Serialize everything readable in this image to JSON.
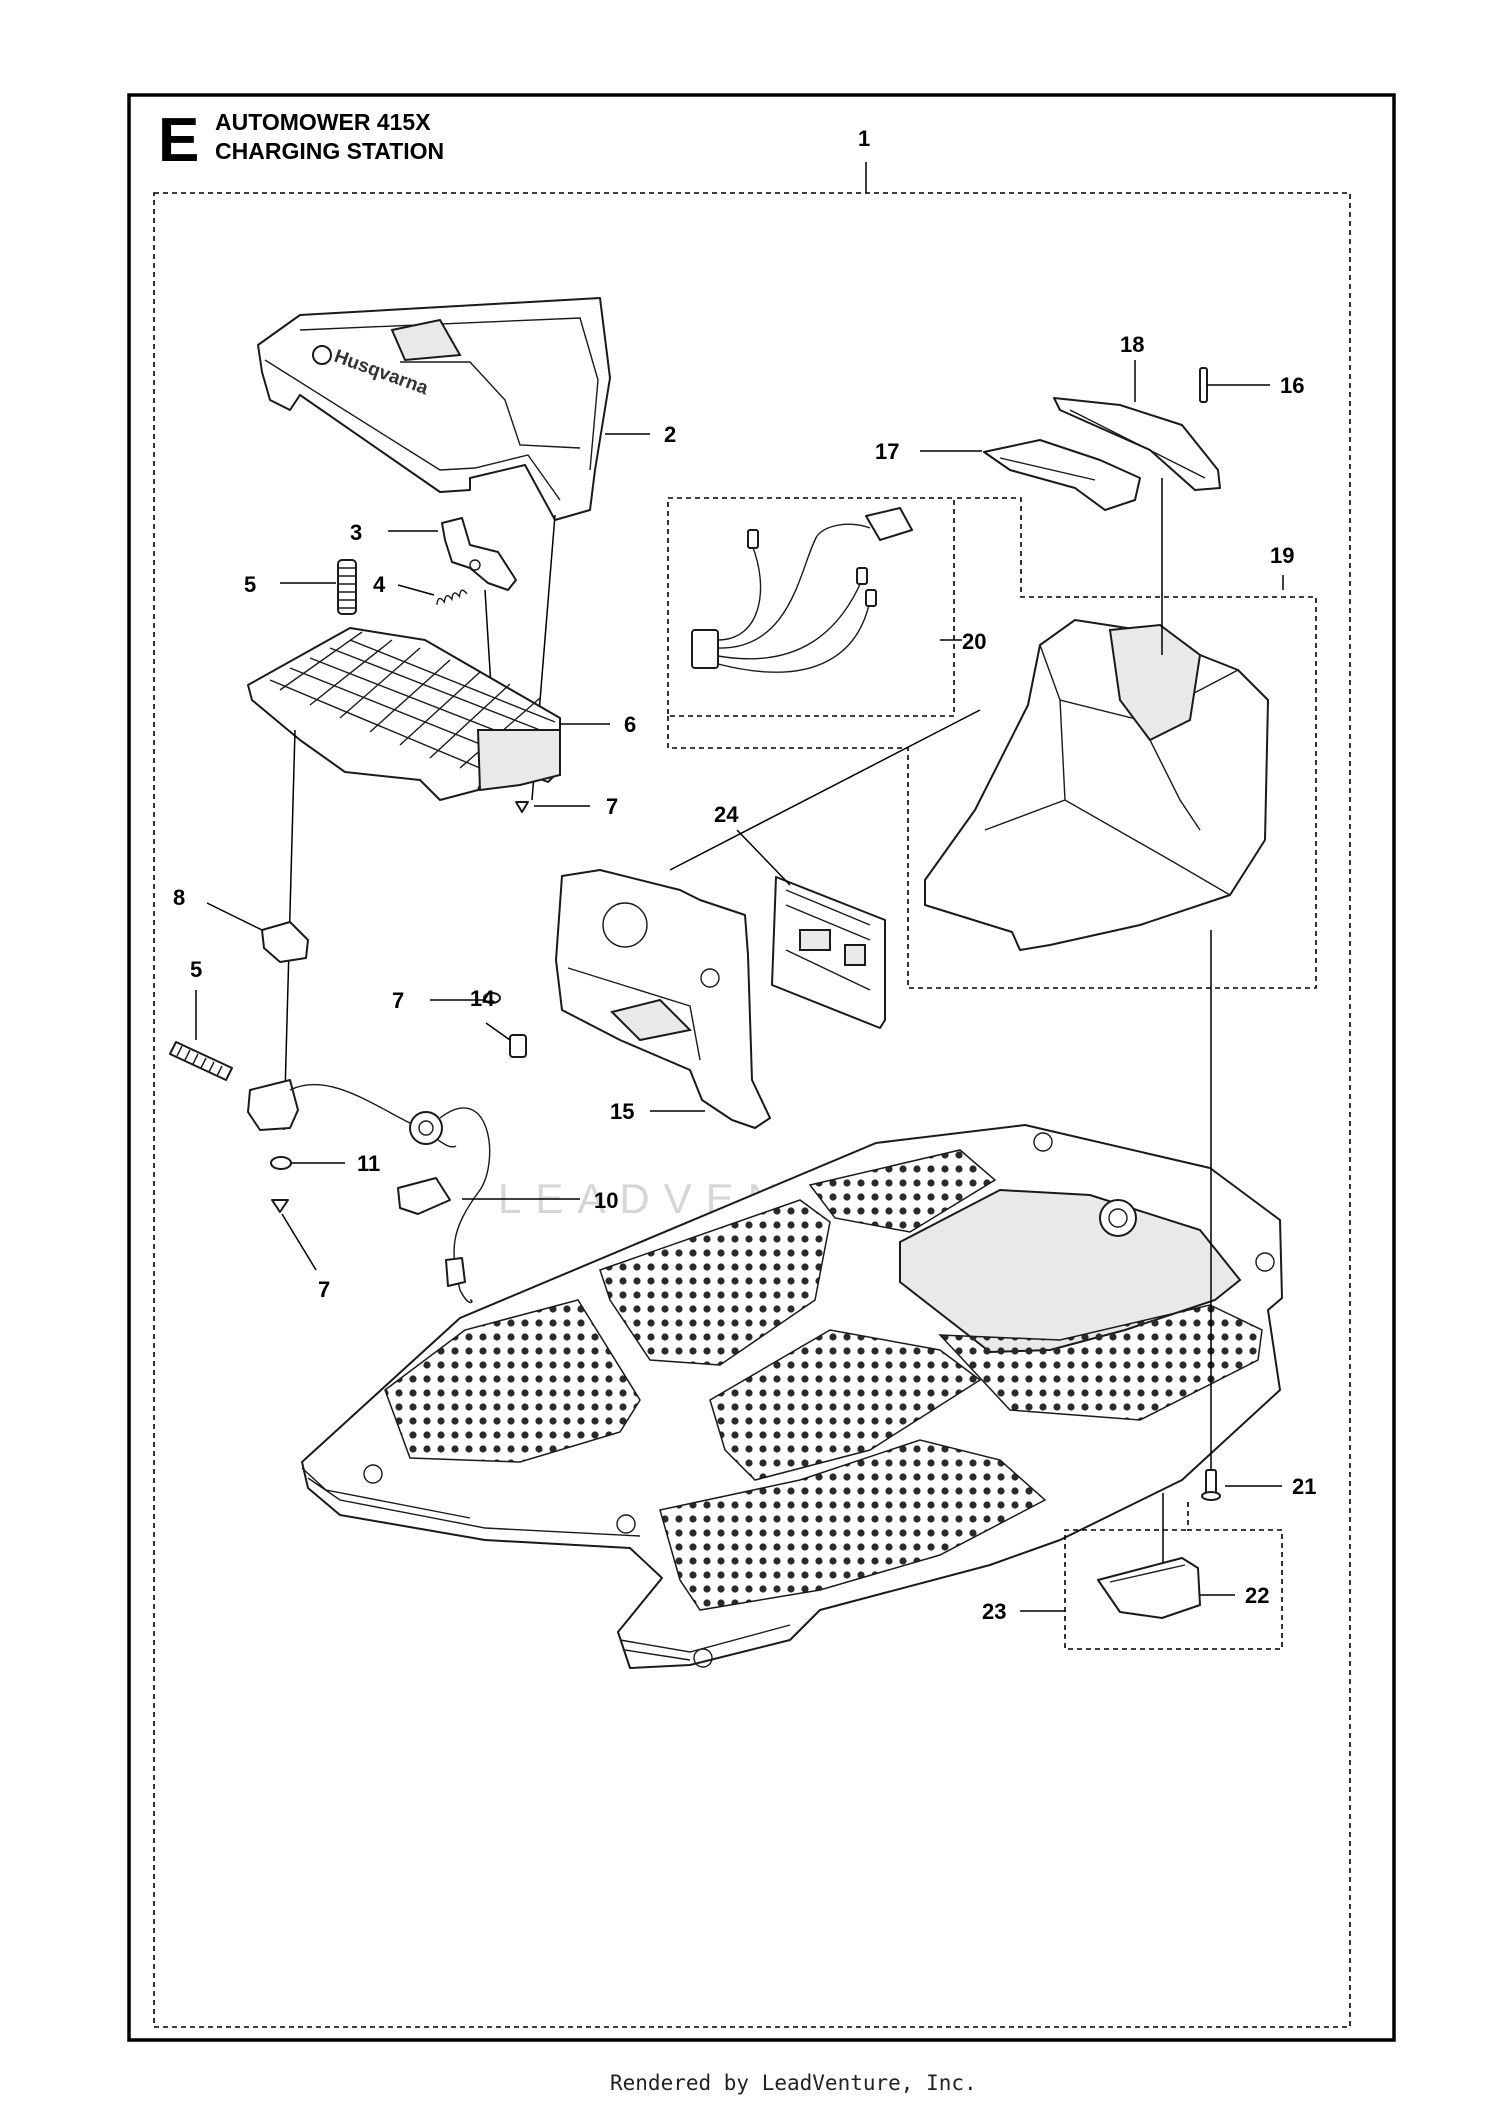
{
  "section": {
    "letter": "E",
    "title_line1": "AUTOMOWER 415X",
    "title_line2": "CHARGING STATION"
  },
  "brand_mark": "Husqvarna",
  "watermark": "LEADVENTURE",
  "footer": "Rendered by LeadVenture, Inc.",
  "callouts": {
    "c1": "1",
    "c2": "2",
    "c3": "3",
    "c4": "4",
    "c5a": "5",
    "c5b": "5",
    "c6": "6",
    "c7a": "7",
    "c7b": "7",
    "c7c": "7",
    "c8": "8",
    "c10": "10",
    "c11": "11",
    "c14": "14",
    "c15": "15",
    "c16": "16",
    "c17": "17",
    "c18": "18",
    "c19": "19",
    "c20": "20",
    "c21": "21",
    "c22": "22",
    "c23": "23",
    "c24": "24"
  },
  "icons": {
    "logo": "husqvarna-crown-icon"
  }
}
